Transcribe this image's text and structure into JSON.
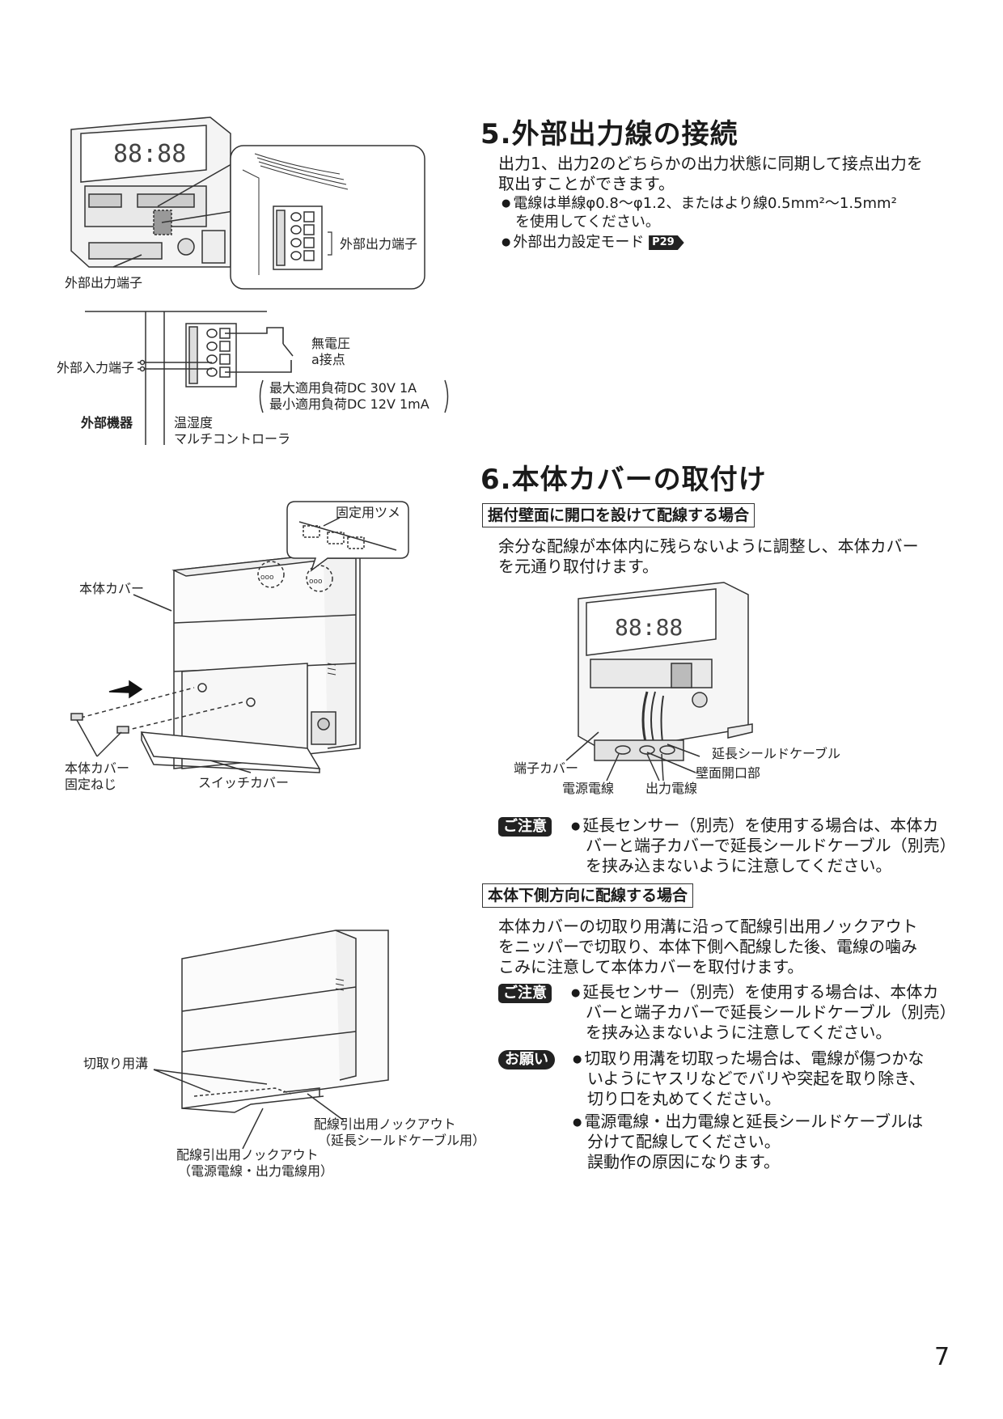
{
  "section5": {
    "title": "5.外部出力線の接続",
    "intro_line1": "出力1、出力2のどちらかの出力状態に同期して接点出力を",
    "intro_line2": "取出すことができます。",
    "bullet1_line1": "電線は単線φ0.8〜φ1.2、またはより線0.5mm²〜1.5mm²",
    "bullet1_line2": "を使用してください。",
    "bullet2": "外部出力設定モード",
    "bullet2_ref": "P29"
  },
  "fig1": {
    "label_terminal_inset": "外部出力端子",
    "label_terminal": "外部出力端子"
  },
  "fig2": {
    "label_input_terminal": "外部入力端子",
    "label_external_device": "外部機器",
    "label_controller_line1": "温湿度",
    "label_controller_line2": "マルチコントローラ",
    "label_no_voltage": "無電圧",
    "label_a_contact": "a接点",
    "label_max_load": "最大適用負荷DC 30V 1A",
    "label_min_load": "最小適用負荷DC 12V 1mA"
  },
  "section6": {
    "title": "6.本体カバーの取付け",
    "sub1_heading": "据付壁面に開口を設けて配線する場合",
    "sub1_line1": "余分な配線が本体内に残らないように調整し、本体カバー",
    "sub1_line2": "を元通り取付けます。",
    "caution_tag": "ご注意",
    "caution1_line1": "延長センサー（別売）を使用する場合は、本体カ",
    "caution1_line2": "バーと端子カバーで延長シールドケーブル（別売）",
    "caution1_line3": "を挟み込まないように注意してください。",
    "sub2_heading": "本体下側方向に配線する場合",
    "sub2_line1": "本体カバーの切取り用溝に沿って配線引出用ノックアウト",
    "sub2_line2": "をニッパーで切取り、本体下側へ配線した後、電線の噛み",
    "sub2_line3": "こみに注意して本体カバーを取付けます。",
    "caution2_line1": "延長センサー（別売）を使用する場合は、本体カ",
    "caution2_line2": "バーと端子カバーで延長シールドケーブル（別売）",
    "caution2_line3": "を挟み込まないように注意してください。",
    "request_tag": "お願い",
    "request1_line1": "切取り用溝を切取った場合は、電線が傷つかな",
    "request1_line2": "いようにヤスリなどでバリや突起を取り除き、",
    "request1_line3": "切り口を丸めてください。",
    "request2_line1": "電源電線・出力電線と延長シールドケーブルは",
    "request2_line2": "分けて配線してください。",
    "request2_line3": "誤動作の原因になります。"
  },
  "fig3": {
    "label_claw": "固定用ツメ",
    "label_cover": "本体カバー",
    "label_screw_line1": "本体カバー",
    "label_screw_line2": "固定ねじ",
    "label_switch_cover": "スイッチカバー"
  },
  "fig4": {
    "label_shield_cable": "延長シールドケーブル",
    "label_terminal_cover": "端子カバー",
    "label_wall_opening": "壁面開口部",
    "label_power_wire": "電源電線",
    "label_output_wire": "出力電線"
  },
  "fig5": {
    "label_groove": "切取り用溝",
    "label_knockout1_line1": "配線引出用ノックアウト",
    "label_knockout1_line2": "（延長シールドケーブル用）",
    "label_knockout2_line1": "配線引出用ノックアウト",
    "label_knockout2_line2": "（電源電線・出力電線用）"
  },
  "page_number": "7"
}
